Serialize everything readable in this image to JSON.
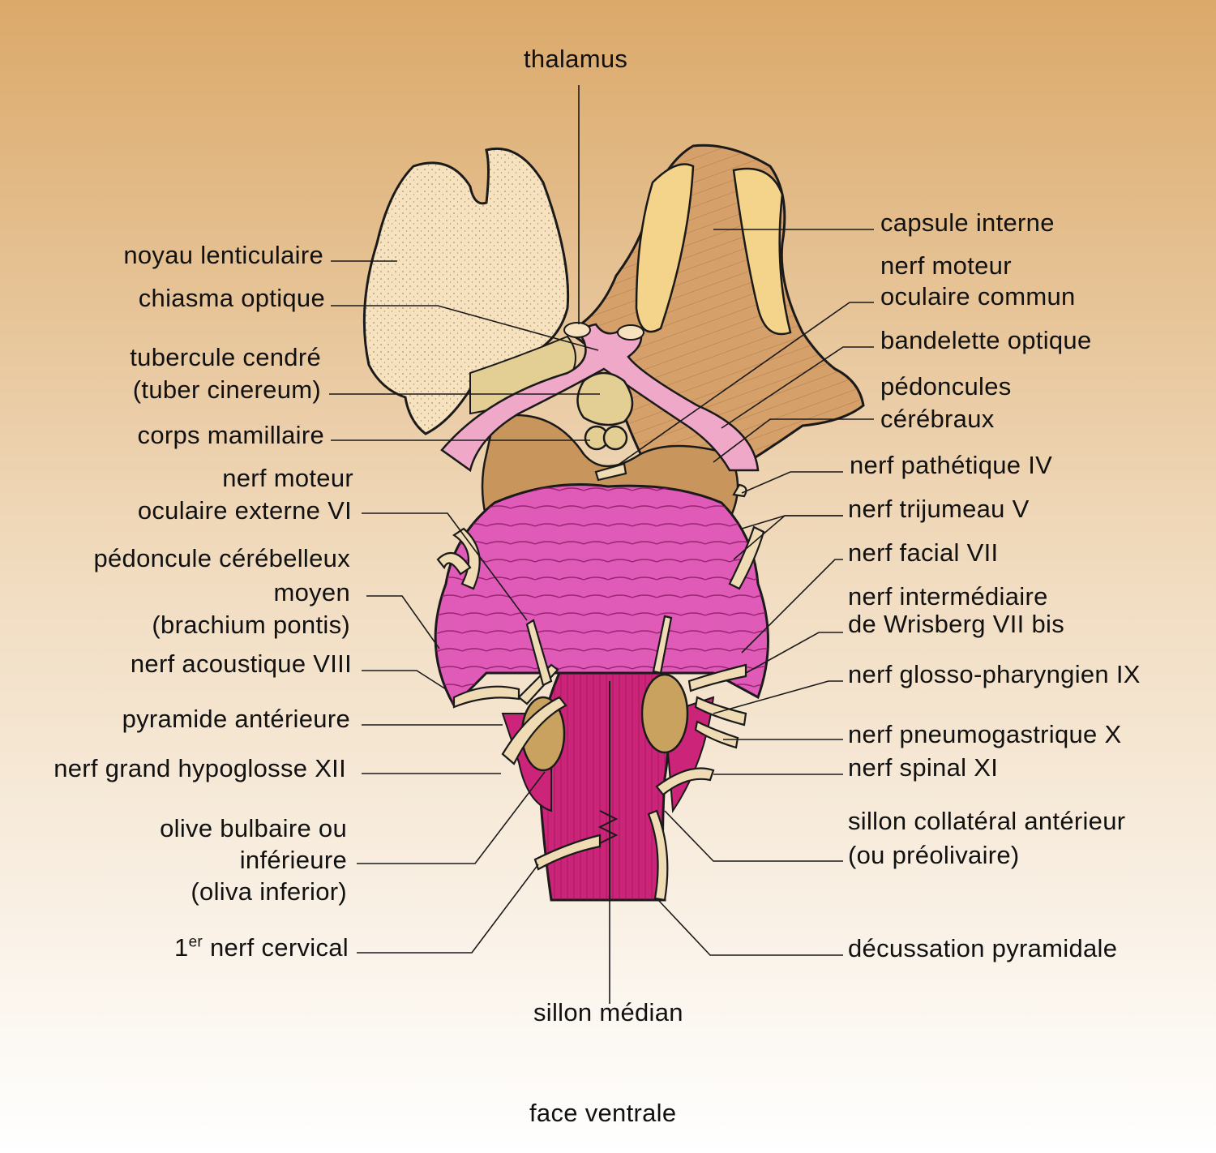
{
  "caption": "face ventrale",
  "labels": {
    "thalamus": "thalamus",
    "capsule_interne": "capsule interne",
    "nerf_moteur_oc_1": "nerf moteur",
    "nerf_moteur_oc_2": "oculaire commun",
    "bandelette_optique": "bandelette optique",
    "pedoncules_1": "pédoncules",
    "pedoncules_2": "cérébraux",
    "nerf_pathetique": "nerf pathétique IV",
    "nerf_trijumeau": "nerf trijumeau V",
    "nerf_facial": "nerf facial VII",
    "nerf_intermediaire_1": "nerf intermédiaire",
    "nerf_intermediaire_2": "de Wrisberg VII bis",
    "nerf_glosso": "nerf glosso-pharyngien IX",
    "nerf_pneumo": "nerf pneumogastrique X",
    "nerf_spinal": "nerf spinal XI",
    "sillon_collateral_1": "sillon collatéral antérieur",
    "sillon_collateral_2": "(ou préolivaire)",
    "decussation": "décussation pyramidale",
    "sillon_median": "sillon médian",
    "noyau_lenticulaire": "noyau lenticulaire",
    "chiasma_optique": "chiasma optique",
    "tubercule_cendre_1": "tubercule cendré",
    "tubercule_cendre_2": "(tuber cinereum)",
    "corps_mamillaire": "corps mamillaire",
    "nerf_moteur_ext_1": "nerf moteur",
    "nerf_moteur_ext_2": "oculaire externe VI",
    "pedoncule_cereb_1": "pédoncule cérébelleux",
    "pedoncule_cereb_2": "moyen",
    "pedoncule_cereb_3": "(brachium pontis)",
    "nerf_acoustique": "nerf acoustique VIII",
    "pyramide_anterieure": "pyramide antérieure",
    "nerf_hypoglosse": "nerf grand hypoglosse XII",
    "olive_1": "olive bulbaire ou",
    "olive_2": "inférieure",
    "olive_3": "(oliva inferior)",
    "nerf_cervical_num": "1",
    "nerf_cervical_sup": "er",
    "nerf_cervical_rest": " nerf cervical"
  },
  "colors": {
    "background_top": "#dba96a",
    "background_bottom": "#ffffff",
    "lenticular": "#f7e2bf",
    "internal_capsule": "#d6a06a",
    "pons": "#e05ab8",
    "pyramids": "#cc2478",
    "optic_tract": "#f0a8c8",
    "nerve": "#efdcb4",
    "outline": "#1a1a1a"
  }
}
